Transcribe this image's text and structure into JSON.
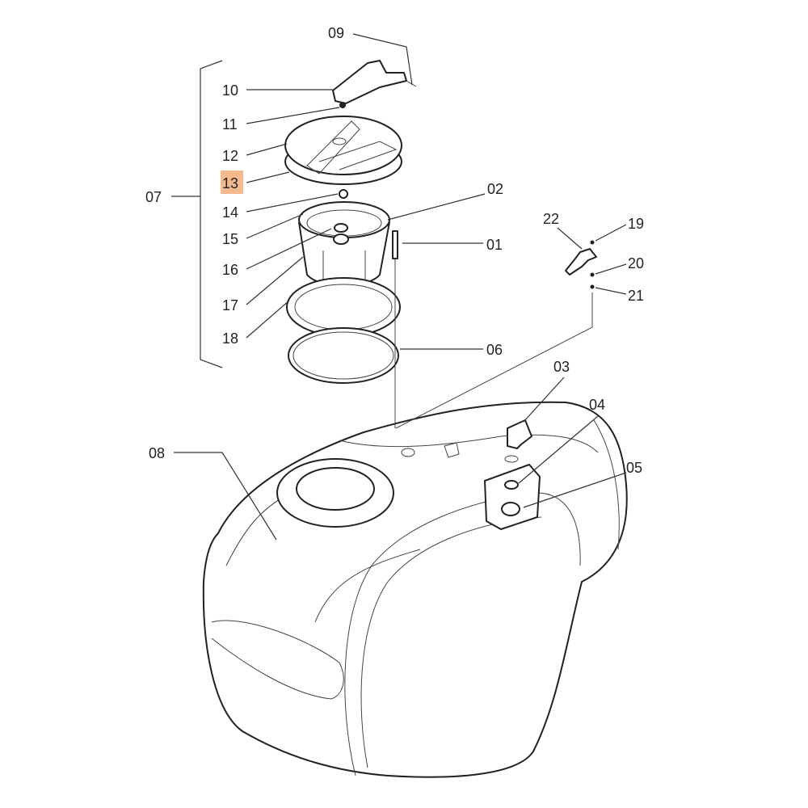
{
  "diagram": {
    "highlight_color": "#f5b98e",
    "highlighted_label": "13",
    "labels": {
      "p01": "01",
      "p02": "02",
      "p03": "03",
      "p04": "04",
      "p05": "05",
      "p06": "06",
      "p07": "07",
      "p08": "08",
      "p09": "09",
      "p10": "10",
      "p11": "11",
      "p12": "12",
      "p13": "13",
      "p14": "14",
      "p15": "15",
      "p16": "16",
      "p17": "17",
      "p18": "18",
      "p19": "19",
      "p20": "20",
      "p21": "21",
      "p22": "22"
    }
  }
}
